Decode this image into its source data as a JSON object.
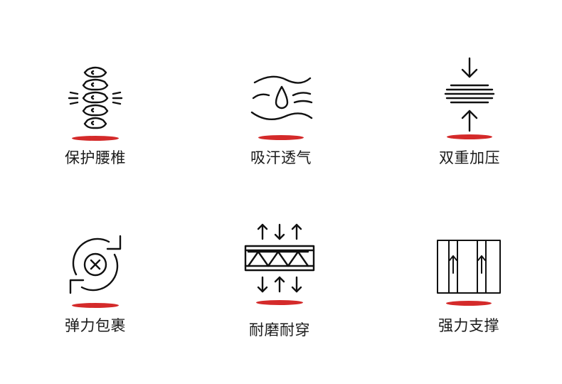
{
  "features": [
    {
      "label": "保护腰椎",
      "icon": "spine-icon"
    },
    {
      "label": "吸汗透气",
      "icon": "sweat-drop-icon"
    },
    {
      "label": "双重加压",
      "icon": "compression-icon"
    },
    {
      "label": "弹力包裹",
      "icon": "elastic-wrap-icon"
    },
    {
      "label": "耐磨耐穿",
      "icon": "wear-resistant-icon"
    },
    {
      "label": "强力支撑",
      "icon": "support-bars-icon"
    }
  ],
  "colors": {
    "accent": "#d42a2a",
    "text": "#1a1a1a",
    "icon": "#111111"
  }
}
